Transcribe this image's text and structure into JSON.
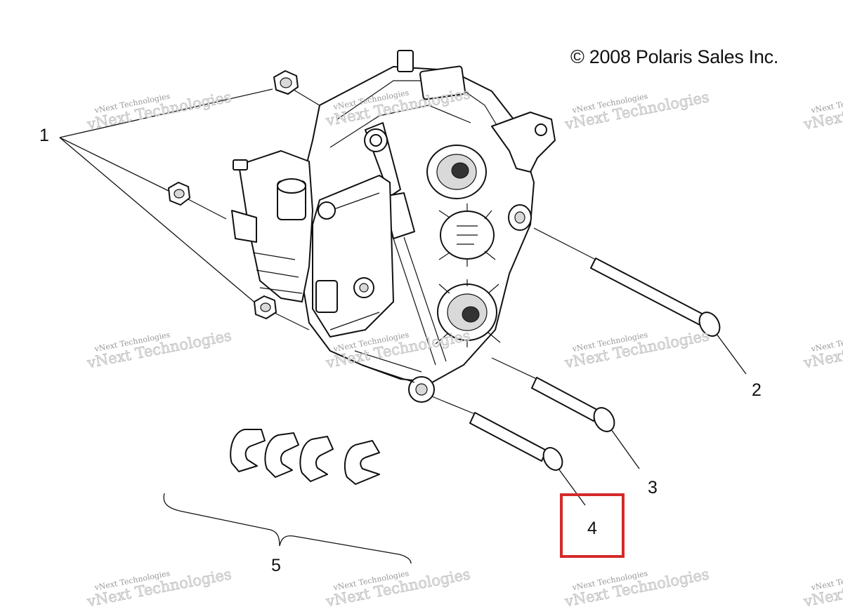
{
  "diagram": {
    "copyright": "© 2008 Polaris Sales Inc.",
    "callouts": [
      {
        "id": "1",
        "label": "1"
      },
      {
        "id": "2",
        "label": "2"
      },
      {
        "id": "3",
        "label": "3"
      },
      {
        "id": "4",
        "label": "4"
      },
      {
        "id": "5",
        "label": "5"
      }
    ],
    "highlighted_callout": "4",
    "highlight_color": "#d42a2a",
    "watermark": {
      "line1": "vNext Technologies",
      "line2": "vNext Technologies"
    }
  }
}
